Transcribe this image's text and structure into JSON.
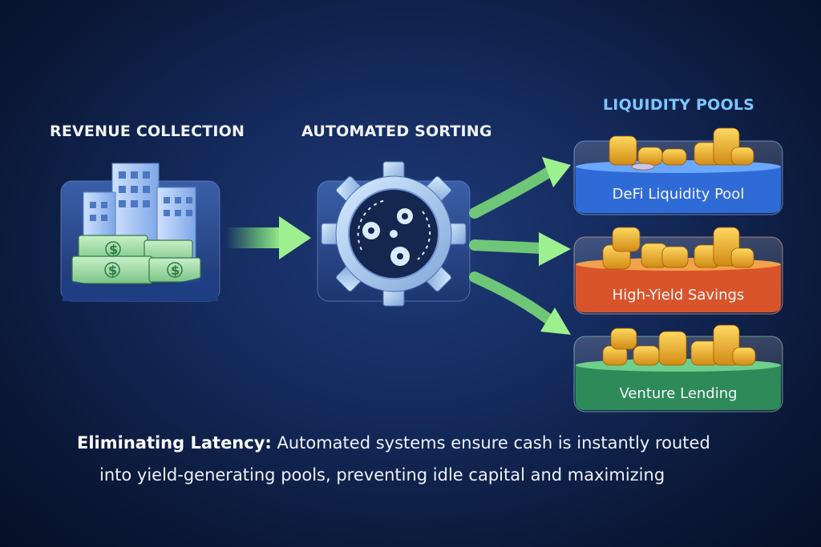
{
  "stages": {
    "revenue_label": "REVENUE COLLECTION",
    "sorting_label": "AUTOMATED SORTING",
    "pools_label": "LIQUIDITY POOLS"
  },
  "pools": [
    {
      "label": "DeFi Liquidity Pool",
      "color": "#2f6bd6"
    },
    {
      "label": "High-Yield Savings",
      "color": "#d9542a"
    },
    {
      "label": "Venture Lending",
      "color": "#2f8a5a"
    }
  ],
  "caption": {
    "bold": "Eliminating Latency:",
    "line1": " Automated systems ensure cash is instantly routed",
    "line2": "into yield-generating pools, preventing idle capital and maximizing"
  },
  "icons": {
    "revenue": "buildings-cash-icon",
    "sorting": "gear-icon",
    "coins": "coin-stack-icon"
  },
  "colors": {
    "arrow": "#7ee07a",
    "accent": "#7ec6ff"
  }
}
